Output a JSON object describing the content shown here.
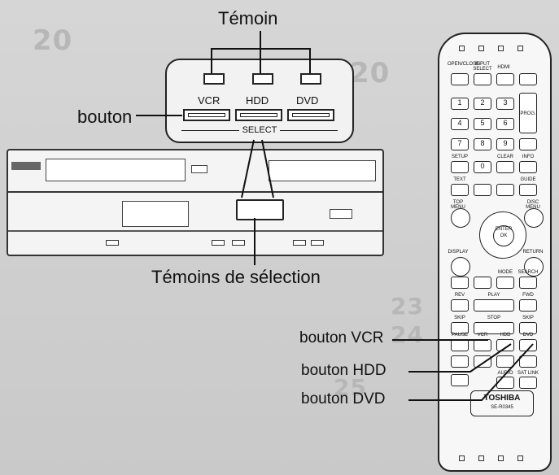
{
  "labels": {
    "temoin": "Témoin",
    "bouton": "bouton",
    "temoins_selection": "Témoins de sélection",
    "bouton_vcr": "bouton VCR",
    "bouton_hdd": "bouton HDD",
    "bouton_dvd": "bouton DVD"
  },
  "callout": {
    "vcr": "VCR",
    "hdd": "HDD",
    "dvd": "DVD",
    "select": "SELECT"
  },
  "remote": {
    "brand": "TOSHIBA",
    "model": "SE-R0345",
    "open_close": "OPEN/CLOSE",
    "input_select": "INPUT SELECT",
    "hdmi": "HDMI",
    "prog": "PROG.",
    "setup": "SETUP",
    "clear": "CLEAR",
    "info": "INFO",
    "text": "TEXT",
    "guide": "GUIDE",
    "top_menu": "TOP MENU",
    "disc_menu": "DISC MENU",
    "enter_ok": "ENTER OK",
    "display": "DISPLAY",
    "return": "RETURN",
    "mode": "MODE",
    "search": "SEARCH",
    "rev": "REV",
    "play": "PLAY",
    "fwd": "FWD",
    "skip": "SKIP",
    "stop": "STOP",
    "pause": "PAUSE",
    "vcr": "VCR",
    "hdd": "HDD",
    "dvd": "DVD",
    "audio": "AUDIO",
    "sat_link": "SAT LINK",
    "numbers": [
      "1",
      "2",
      "3",
      "4",
      "5",
      "6",
      "7",
      "8",
      "9",
      "0"
    ]
  }
}
